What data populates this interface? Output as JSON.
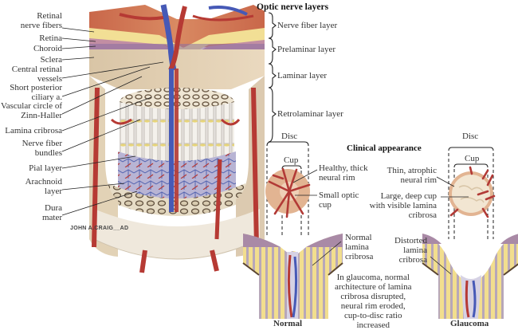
{
  "figure": {
    "signature": "JOHN A.CRAIG__AD",
    "main_title": "Optic nerve layers",
    "left_labels": [
      {
        "id": "retinal-nerve-fibers",
        "text": "Retinal\nnerve fibers"
      },
      {
        "id": "retina",
        "text": "Retina"
      },
      {
        "id": "choroid",
        "text": "Choroid"
      },
      {
        "id": "sclera",
        "text": "Sclera"
      },
      {
        "id": "central-retinal-vessels",
        "text": "Central retinal\nvessels"
      },
      {
        "id": "short-posterior-ciliary",
        "text": "Short posterior\nciliary a."
      },
      {
        "id": "vascular-circle",
        "text": "Vascular circle of\nZinn-Haller"
      },
      {
        "id": "lamina-cribrosa",
        "text": "Lamina cribrosa"
      },
      {
        "id": "nerve-fiber-bundles",
        "text": "Nerve fiber\nbundles"
      },
      {
        "id": "pial-layer",
        "text": "Pial layer"
      },
      {
        "id": "arachnoid-layer",
        "text": "Arachnoid\nlayer"
      },
      {
        "id": "dura-mater",
        "text": "Dura\nmater"
      }
    ],
    "layers": [
      {
        "id": "nerve-fiber-layer",
        "text": "Nerve fiber layer"
      },
      {
        "id": "prelaminar-layer",
        "text": "Prelaminar layer"
      },
      {
        "id": "laminar-layer",
        "text": "Laminar layer"
      },
      {
        "id": "retrolaminar-layer",
        "text": "Retrolaminar layer"
      }
    ],
    "clinical": {
      "title": "Clinical appearance",
      "disc_label": "Disc",
      "cup_label": "Cup",
      "normal": {
        "caption": "Normal",
        "labels": [
          "Healthy, thick\nneural rim",
          "Small optic\ncup",
          "Normal\nlamina\ncribrosa"
        ]
      },
      "glaucoma": {
        "caption": "Glaucoma",
        "labels": [
          "Thin, atrophic\nneural rim",
          "Large, deep cup\nwith visible lamina\ncribrosa",
          "Distorted\nlamina\ncribrosa"
        ]
      },
      "note": "In glaucoma, normal\narchitecture of lamina\ncribrosa disrupted,\nneural rim eroded,\ncup-to-disc ratio\nincreased"
    },
    "colors": {
      "artery": "#b83a36",
      "vein": "#4a5fb0",
      "nerve_yellow": "#f0dc8a",
      "sclera_tan": "#e0cfb4",
      "retina_pink": "#c99aa6",
      "muscle_orange": "#c8704a"
    }
  }
}
